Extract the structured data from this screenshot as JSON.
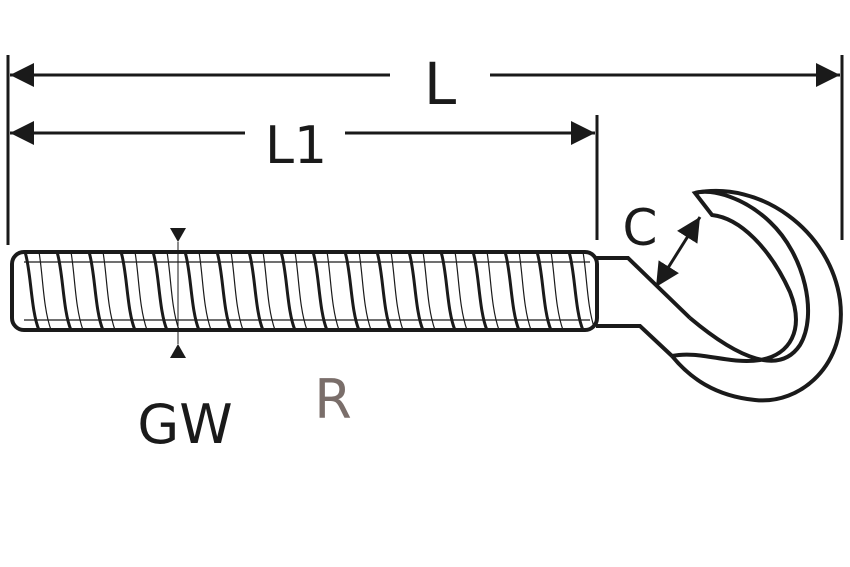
{
  "labels": {
    "overall_length": "L",
    "thread_length": "L1",
    "hook_opening": "C",
    "thread_diameter": "GW",
    "material": "R"
  },
  "colors": {
    "line": "#1a1a1a",
    "material_label": "#7a6e6a",
    "background": "#ffffff"
  }
}
